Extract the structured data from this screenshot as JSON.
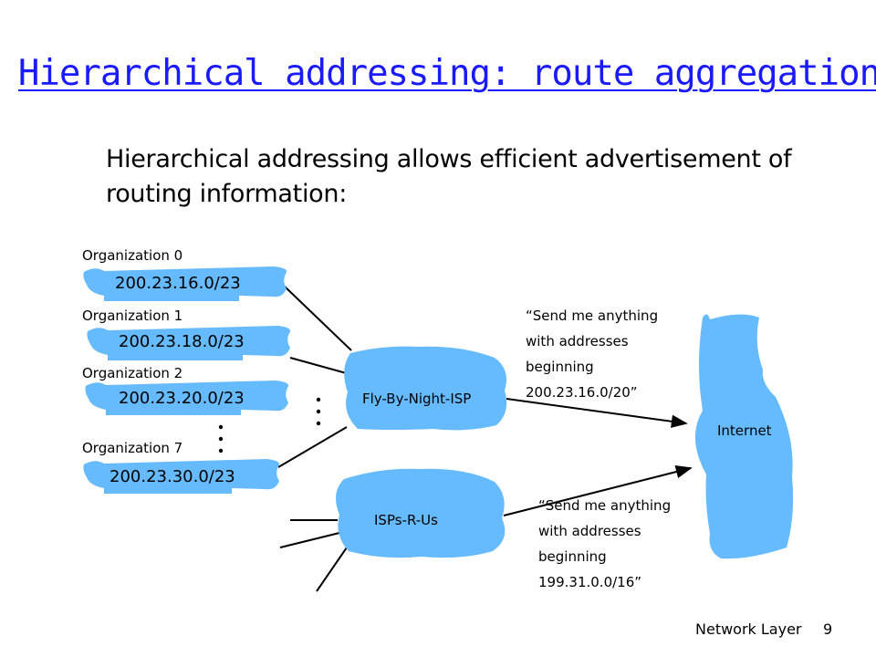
{
  "slide": {
    "title": "Hierarchical addressing: route aggregation",
    "intro": "Hierarchical addressing allows efficient advertisement of routing information:",
    "footer": {
      "section": "Network Layer",
      "page": "9"
    }
  },
  "organizations": [
    {
      "label": "Organization 0",
      "prefix": "200.23.16.0/23"
    },
    {
      "label": "Organization 1",
      "prefix": "200.23.18.0/23"
    },
    {
      "label": "Organization 2",
      "prefix": "200.23.20.0/23"
    },
    {
      "label": "Organization 7",
      "prefix": "200.23.30.0/23"
    }
  ],
  "isps": {
    "fly_by_night": "Fly-By-Night-ISP",
    "isps_r_us": "ISPs-R-Us"
  },
  "internet": "Internet",
  "advertisements": {
    "fly_by_night": [
      "“Send me anything",
      "with addresses",
      "beginning",
      "200.23.16.0/20”"
    ],
    "isps_r_us": [
      "“Send me anything",
      "with addresses",
      "beginning",
      "199.31.0.0/16”"
    ]
  },
  "colors": {
    "cloud": "#66bbff",
    "title": "#1a1aff"
  }
}
